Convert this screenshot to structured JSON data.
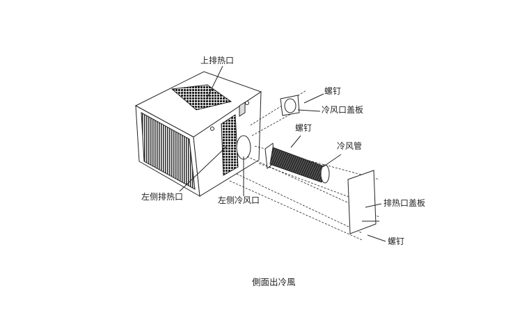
{
  "labels": {
    "top_exhaust": "上排热口",
    "screw_1": "螺钉",
    "cold_port_cover": "冷风口盖板",
    "screw_2": "螺钉",
    "cold_air_hose": "冷风管",
    "left_exhaust": "左侧排热口",
    "left_cold_port": "左侧冷风口",
    "exhaust_cover": "排热口盖板",
    "screw_3": "螺钉"
  },
  "caption": "側面出冷風"
}
